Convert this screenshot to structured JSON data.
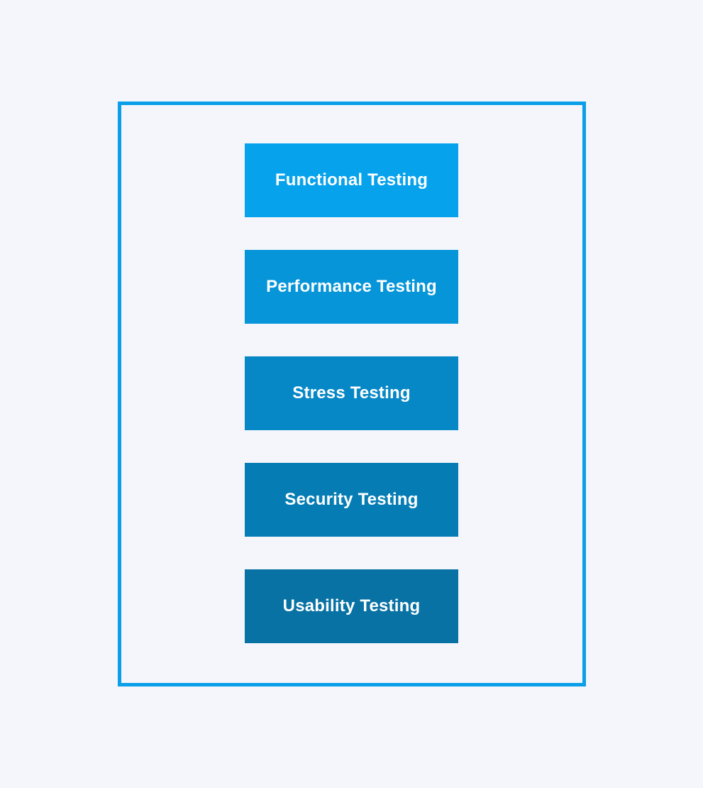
{
  "canvas": {
    "background": "#F5F6FC"
  },
  "diagram": {
    "frame": {
      "border_color": "#0A9FE8"
    },
    "text_color": "#FFFFFF",
    "nodes": [
      {
        "label": "Functional Testing",
        "color": "#06A2EC"
      },
      {
        "label": "Performance Testing",
        "color": "#0695D9"
      },
      {
        "label": "Stress Testing",
        "color": "#0688C6"
      },
      {
        "label": "Security Testing",
        "color": "#057DB4"
      },
      {
        "label": "Usability Testing",
        "color": "#0872A4"
      }
    ]
  }
}
